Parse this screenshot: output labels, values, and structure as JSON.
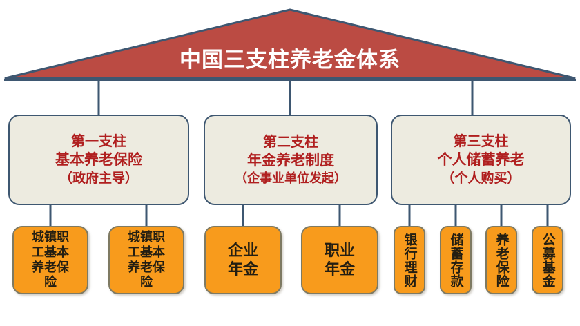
{
  "diagram": {
    "title": "中国三支柱养老金体系",
    "roof_color": "#BB4B43",
    "roof_border_color": "#3E5771",
    "connector_color": "#3E5771",
    "pillar_fill": "#EDEBE0",
    "pillar_border": "#3E5771",
    "pillar_text_color": "#B01F1F",
    "leaf_fill": "#F89B1C",
    "leaf_border": "#7E7A63",
    "leaf_text_color": "#231E12",
    "background": "#FFFFFF"
  },
  "pillars": [
    {
      "name": "第一支柱",
      "subtitle": "基本养老保险",
      "note": "（政府主导）",
      "children": [
        {
          "label": "城镇职工基本养老保险",
          "lines": [
            "城镇职",
            "工基本",
            "养老保",
            "险"
          ]
        },
        {
          "label": "城镇职工基本养老保险",
          "lines": [
            "城镇职",
            "工基本",
            "养老保",
            "险"
          ]
        }
      ]
    },
    {
      "name": "第二支柱",
      "subtitle": "年金养老制度",
      "note": "（企事业单位发起）",
      "children": [
        {
          "label": "企业年金",
          "lines": [
            "企业",
            "年金"
          ]
        },
        {
          "label": "职业年金",
          "lines": [
            "职业",
            "年金"
          ]
        }
      ]
    },
    {
      "name": "第三支柱",
      "subtitle": "个人储蓄养老",
      "note": "（个人购买）",
      "children": [
        {
          "label": "银行理财",
          "lines": [
            "银行理财"
          ]
        },
        {
          "label": "储蓄存款",
          "lines": [
            "储蓄存款"
          ]
        },
        {
          "label": "养老保险",
          "lines": [
            "养老保险"
          ]
        },
        {
          "label": "公募基金",
          "lines": [
            "公募基金"
          ]
        }
      ]
    }
  ]
}
